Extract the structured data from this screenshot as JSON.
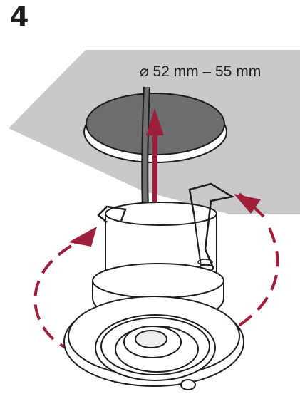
{
  "step": {
    "number": "4"
  },
  "dimension": {
    "label": "⌀ 52 mm – 55 mm"
  },
  "colors": {
    "ceiling": "#c9c9c9",
    "hole": "#6e6e6e",
    "arrow": "#9e1f3b",
    "outline": "#1d1d1b",
    "body": "#ffffff"
  },
  "icons": [
    "ceiling-panel",
    "mounting-hole",
    "cable",
    "upward-arrow",
    "spring-clip-left",
    "spring-clip-right",
    "rotation-arrow",
    "downlight-fixture",
    "lens"
  ]
}
